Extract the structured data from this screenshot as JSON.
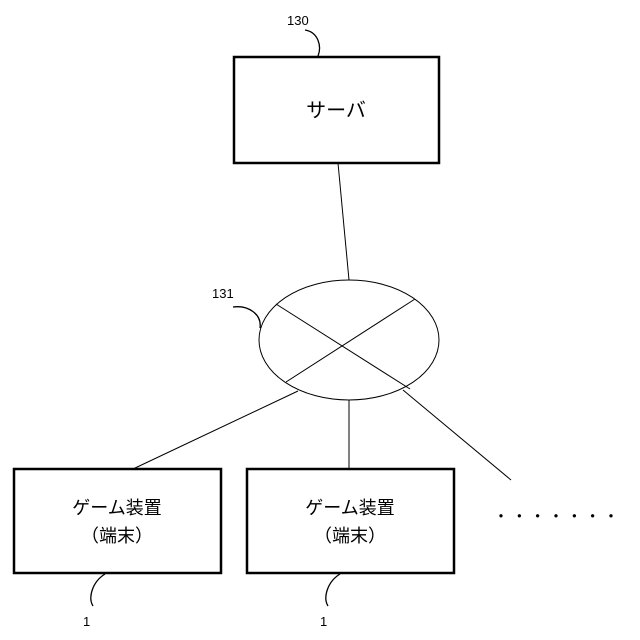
{
  "server": {
    "ref": "130",
    "label": "サーバ"
  },
  "network": {
    "ref": "131"
  },
  "terminals": [
    {
      "ref": "1",
      "line1": "ゲーム装置",
      "line2": "（端末）"
    },
    {
      "ref": "1",
      "line1": "ゲーム装置",
      "line2": "（端末）"
    }
  ],
  "ellipsis": "・・・・・・・"
}
